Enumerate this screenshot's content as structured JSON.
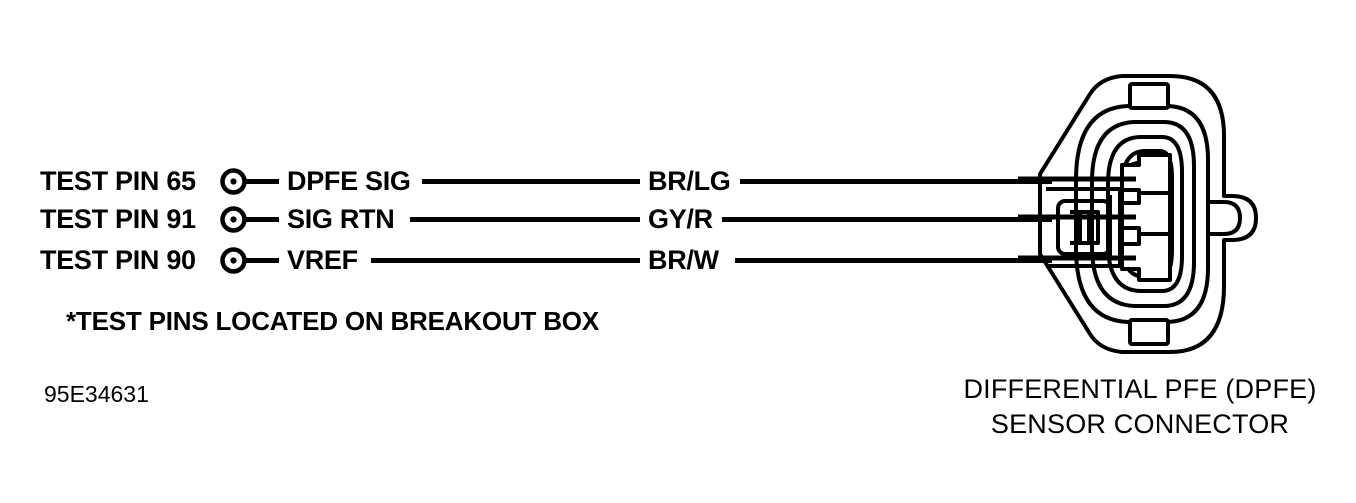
{
  "diagram": {
    "title_caption_line1": "DIFFERENTIAL PFE (DPFE)",
    "title_caption_line2": "SENSOR CONNECTOR",
    "footnote": "*TEST PINS LOCATED ON BREAKOUT BOX",
    "figure_id": "95E34631",
    "ink_color": "#000000",
    "background_color": "#ffffff"
  },
  "circuits": [
    {
      "test_pin": "TEST PIN 65",
      "signal": "DPFE SIG",
      "wire_color": "BR/LG",
      "terminal_index": 1
    },
    {
      "test_pin": "TEST PIN 91",
      "signal": "SIG RTN",
      "wire_color": "GY/R",
      "terminal_index": 2
    },
    {
      "test_pin": "TEST PIN 90",
      "signal": "VREF",
      "wire_color": "BR/W",
      "terminal_index": 3
    }
  ],
  "connector": {
    "name": "DIFFERENTIAL PFE (DPFE) SENSOR CONNECTOR",
    "cavity_count": 3
  }
}
